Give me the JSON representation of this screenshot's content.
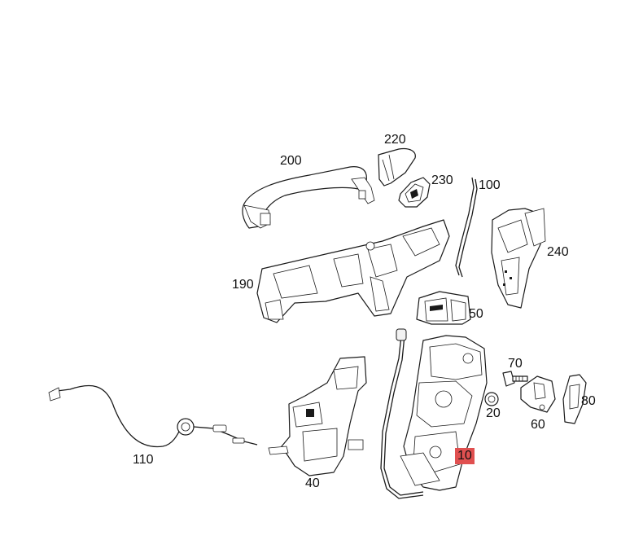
{
  "diagram": {
    "highlight_color": "#e05050",
    "parts": [
      {
        "id": "200",
        "label": "200",
        "name": "outer-door-handle"
      },
      {
        "id": "220",
        "label": "220",
        "name": "handle-cap"
      },
      {
        "id": "230",
        "label": "230",
        "name": "lock-cylinder"
      },
      {
        "id": "100",
        "label": "100",
        "name": "connecting-rod"
      },
      {
        "id": "240",
        "label": "240",
        "name": "handle-bracket-side"
      },
      {
        "id": "190",
        "label": "190",
        "name": "handle-carrier"
      },
      {
        "id": "50",
        "label": "50",
        "name": "actuator-module"
      },
      {
        "id": "70",
        "label": "70",
        "name": "screw"
      },
      {
        "id": "20",
        "label": "20",
        "name": "nut"
      },
      {
        "id": "60",
        "label": "60",
        "name": "striker-plate"
      },
      {
        "id": "80",
        "label": "80",
        "name": "retainer-bracket"
      },
      {
        "id": "10",
        "label": "10",
        "name": "door-lock-assembly",
        "selected": true
      },
      {
        "id": "40",
        "label": "40",
        "name": "lock-bracket"
      },
      {
        "id": "110",
        "label": "110",
        "name": "release-cable"
      }
    ]
  }
}
